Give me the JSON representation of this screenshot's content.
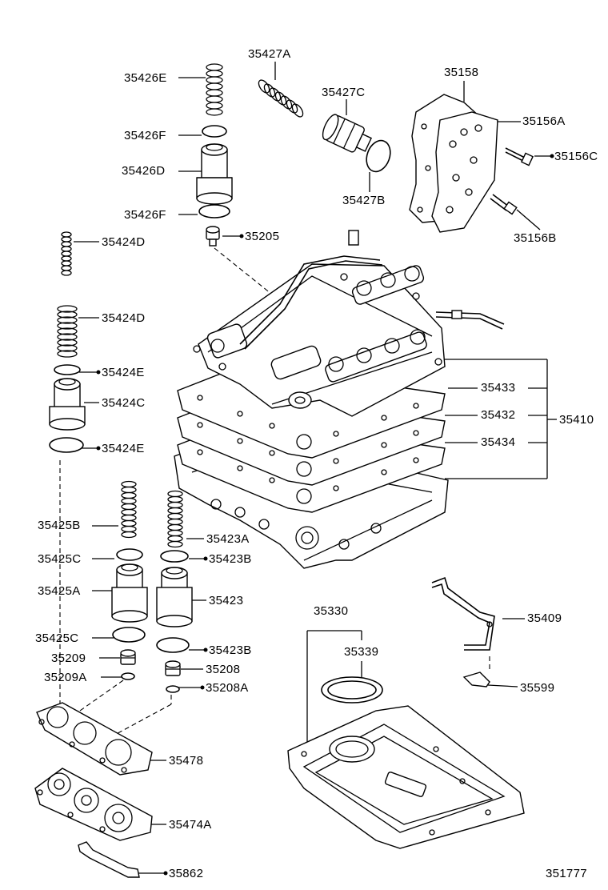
{
  "diagram_id": "351777",
  "parts": [
    {
      "id": "p35427A",
      "number": "35427A"
    },
    {
      "id": "p35426E",
      "number": "35426E"
    },
    {
      "id": "p35158",
      "number": "35158"
    },
    {
      "id": "p35427C",
      "number": "35427C"
    },
    {
      "id": "p35156A",
      "number": "35156A"
    },
    {
      "id": "p35426F_a",
      "number": "35426F"
    },
    {
      "id": "p35156C",
      "number": "35156C"
    },
    {
      "id": "p35426D",
      "number": "35426D"
    },
    {
      "id": "p35427B",
      "number": "35427B"
    },
    {
      "id": "p35426F_b",
      "number": "35426F"
    },
    {
      "id": "p35156B",
      "number": "35156B"
    },
    {
      "id": "p35205",
      "number": "35205"
    },
    {
      "id": "p35424D_a",
      "number": "35424D"
    },
    {
      "id": "p35424D_b",
      "number": "35424D"
    },
    {
      "id": "p35424E_a",
      "number": "35424E"
    },
    {
      "id": "p35433",
      "number": "35433"
    },
    {
      "id": "p35424C",
      "number": "35424C"
    },
    {
      "id": "p35432",
      "number": "35432"
    },
    {
      "id": "p35410",
      "number": "35410"
    },
    {
      "id": "p35424E_b",
      "number": "35424E"
    },
    {
      "id": "p35434",
      "number": "35434"
    },
    {
      "id": "p35425B",
      "number": "35425B"
    },
    {
      "id": "p35423A",
      "number": "35423A"
    },
    {
      "id": "p35425C_a",
      "number": "35425C"
    },
    {
      "id": "p35423B_a",
      "number": "35423B"
    },
    {
      "id": "p35425A",
      "number": "35425A"
    },
    {
      "id": "p35423",
      "number": "35423"
    },
    {
      "id": "p35330",
      "number": "35330"
    },
    {
      "id": "p35409",
      "number": "35409"
    },
    {
      "id": "p35425C_b",
      "number": "35425C"
    },
    {
      "id": "p35423B_b",
      "number": "35423B"
    },
    {
      "id": "p35339",
      "number": "35339"
    },
    {
      "id": "p35209",
      "number": "35209"
    },
    {
      "id": "p35208",
      "number": "35208"
    },
    {
      "id": "p35209A",
      "number": "35209A"
    },
    {
      "id": "p35208A",
      "number": "35208A"
    },
    {
      "id": "p35599",
      "number": "35599"
    },
    {
      "id": "p35478",
      "number": "35478"
    },
    {
      "id": "p35474A",
      "number": "35474A"
    },
    {
      "id": "p35862",
      "number": "35862"
    }
  ]
}
